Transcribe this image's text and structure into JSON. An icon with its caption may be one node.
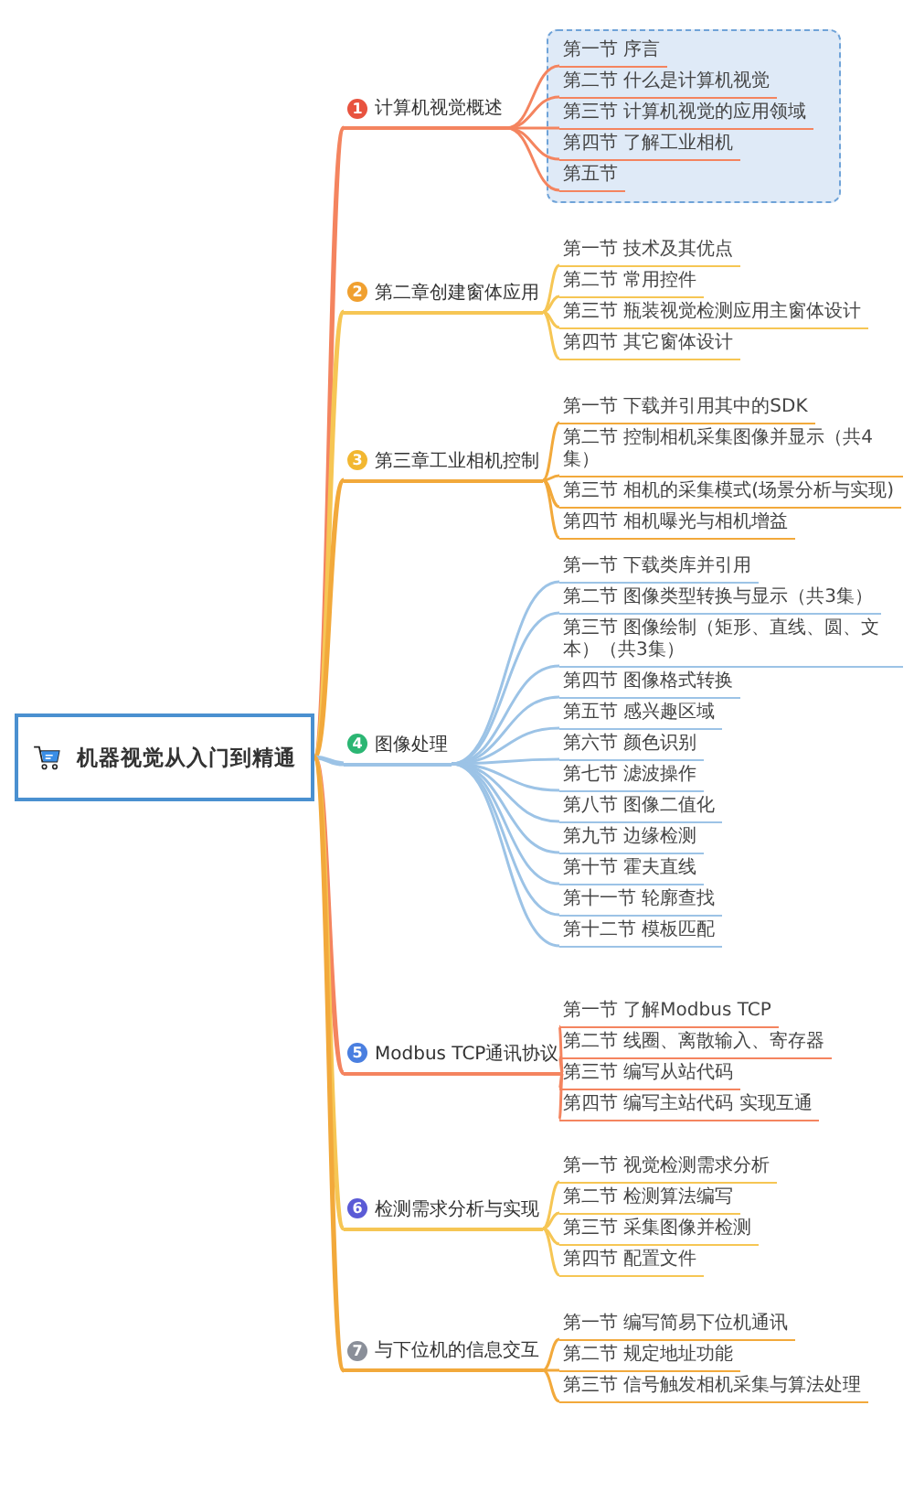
{
  "diagram": {
    "nodes": [
      {
        "text": [
          "机器视觉从入门到精通"
        ]
      },
      {
        "text": [
          "1",
          "计算机视觉概述"
        ]
      },
      {
        "text": [],
        "shape": "box"
      },
      {
        "text": [
          "第一节 序言"
        ],
        "in": 2
      },
      {
        "text": [
          "第二节 什么是计算机视觉"
        ],
        "in": 2
      },
      {
        "text": [
          "第三节 计算机视觉的应用领域"
        ],
        "in": 2
      },
      {
        "text": [
          "第四节 了解工业相机"
        ],
        "in": 2
      },
      {
        "text": [
          "第五节"
        ],
        "in": 2
      },
      {
        "text": [
          "2",
          "第二章创建窗体应用"
        ]
      },
      {
        "text": [
          "第一节 技术及其优点"
        ]
      },
      {
        "text": [
          "第二节 常用控件"
        ]
      },
      {
        "text": [
          "第三节 瓶装视觉检测应用主窗体设计"
        ]
      },
      {
        "text": [
          "第四节 其它窗体设计"
        ]
      },
      {
        "text": [
          "3",
          "第三章工业相机控制"
        ]
      },
      {
        "text": [
          "第一节 下载并引用其中的SDK"
        ]
      },
      {
        "text": [
          "第二节 控制相机采集图像并显示（共4集）"
        ]
      },
      {
        "text": [
          "第三节 相机的采集模式(场景分析与实现)"
        ]
      },
      {
        "text": [
          "第四节 相机曝光与相机增益"
        ]
      },
      {
        "text": [
          "4",
          "图像处理"
        ]
      },
      {
        "text": [
          "第一节 下载类库并引用"
        ]
      },
      {
        "text": [
          "第二节 图像类型转换与显示（共3集）"
        ]
      },
      {
        "text": [
          "第三节 图像绘制（矩形、直线、圆、文本）（共3集）"
        ]
      },
      {
        "text": [
          "第四节 图像格式转换"
        ]
      },
      {
        "text": [
          "第五节 感兴趣区域"
        ]
      },
      {
        "text": [
          "第六节 颜色识别"
        ]
      },
      {
        "text": [
          "第七节 滤波操作"
        ]
      },
      {
        "text": [
          "第八节 图像二值化"
        ]
      },
      {
        "text": [
          "第九节 边缘检测"
        ]
      },
      {
        "text": [
          "第十节 霍夫直线"
        ]
      },
      {
        "text": [
          "第十一节 轮廓查找"
        ]
      },
      {
        "text": [
          "第十二节 模板匹配"
        ]
      },
      {
        "text": [
          "5",
          "Modbus TCP通讯协议"
        ]
      },
      {
        "text": [
          "第一节 了解Modbus TCP"
        ]
      },
      {
        "text": [
          "第二节 线圈、离散输入、寄存器"
        ]
      },
      {
        "text": [
          "第三节 编写从站代码"
        ]
      },
      {
        "text": [
          "第四节 编写主站代码 实现互通"
        ]
      },
      {
        "text": [
          "6",
          "检测需求分析与实现"
        ]
      },
      {
        "text": [
          "第一节 视觉检测需求分析"
        ]
      },
      {
        "text": [
          "第二节 检测算法编写"
        ]
      },
      {
        "text": [
          "第三节 采集图像并检测"
        ]
      },
      {
        "text": [
          "第四节 配置文件"
        ]
      },
      {
        "text": [
          "7",
          "与下位机的信息交互"
        ]
      },
      {
        "text": [
          "第一节 编写简易下位机通讯"
        ]
      },
      {
        "text": [
          "第二节 规定地址功能"
        ]
      },
      {
        "text": [
          "第三节 信号触发相机采集与算法处理"
        ]
      }
    ],
    "edges": [
      {
        "from": 0,
        "to": 1,
        "arrow": "none",
        "color": "#f4845f"
      },
      {
        "from": 0,
        "to": 8,
        "arrow": "none",
        "color": "#f6c654"
      },
      {
        "from": 0,
        "to": 13,
        "arrow": "none",
        "color": "#f2a93b"
      },
      {
        "from": 0,
        "to": 18,
        "arrow": "none",
        "color": "#9cc3e6"
      },
      {
        "from": 0,
        "to": 31,
        "arrow": "none",
        "color": "#f4845f"
      },
      {
        "from": 0,
        "to": 36,
        "arrow": "none",
        "color": "#f6c654"
      },
      {
        "from": 0,
        "to": 41,
        "arrow": "none",
        "color": "#f2a93b"
      },
      {
        "from": 1,
        "to": 3,
        "arrow": "none",
        "color": "#f4845f"
      },
      {
        "from": 1,
        "to": 4,
        "arrow": "none",
        "color": "#f4845f"
      },
      {
        "from": 1,
        "to": 5,
        "arrow": "none",
        "color": "#f4845f"
      },
      {
        "from": 1,
        "to": 6,
        "arrow": "none",
        "color": "#f4845f"
      },
      {
        "from": 1,
        "to": 7,
        "arrow": "none",
        "color": "#f4845f"
      },
      {
        "from": 8,
        "to": 9,
        "arrow": "none",
        "color": "#f6c654"
      },
      {
        "from": 8,
        "to": 10,
        "arrow": "none",
        "color": "#f6c654"
      },
      {
        "from": 8,
        "to": 11,
        "arrow": "none",
        "color": "#f6c654"
      },
      {
        "from": 8,
        "to": 12,
        "arrow": "none",
        "color": "#f6c654"
      },
      {
        "from": 13,
        "to": 14,
        "arrow": "none",
        "color": "#f2a93b"
      },
      {
        "from": 13,
        "to": 15,
        "arrow": "none",
        "color": "#f2a93b"
      },
      {
        "from": 13,
        "to": 16,
        "arrow": "none",
        "color": "#f2a93b"
      },
      {
        "from": 13,
        "to": 17,
        "arrow": "none",
        "color": "#f2a93b"
      },
      {
        "from": 18,
        "to": 19,
        "arrow": "none",
        "color": "#9cc3e6"
      },
      {
        "from": 18,
        "to": 20,
        "arrow": "none",
        "color": "#9cc3e6"
      },
      {
        "from": 18,
        "to": 21,
        "arrow": "none",
        "color": "#9cc3e6"
      },
      {
        "from": 18,
        "to": 22,
        "arrow": "none",
        "color": "#9cc3e6"
      },
      {
        "from": 18,
        "to": 23,
        "arrow": "none",
        "color": "#9cc3e6"
      },
      {
        "from": 18,
        "to": 24,
        "arrow": "none",
        "color": "#9cc3e6"
      },
      {
        "from": 18,
        "to": 25,
        "arrow": "none",
        "color": "#9cc3e6"
      },
      {
        "from": 18,
        "to": 26,
        "arrow": "none",
        "color": "#9cc3e6"
      },
      {
        "from": 18,
        "to": 27,
        "arrow": "none",
        "color": "#9cc3e6"
      },
      {
        "from": 18,
        "to": 28,
        "arrow": "none",
        "color": "#9cc3e6"
      },
      {
        "from": 18,
        "to": 29,
        "arrow": "none",
        "color": "#9cc3e6"
      },
      {
        "from": 18,
        "to": 30,
        "arrow": "none",
        "color": "#9cc3e6"
      },
      {
        "from": 31,
        "to": 32,
        "arrow": "none",
        "color": "#f4845f"
      },
      {
        "from": 31,
        "to": 33,
        "arrow": "none",
        "color": "#f4845f"
      },
      {
        "from": 31,
        "to": 34,
        "arrow": "none",
        "color": "#f4845f"
      },
      {
        "from": 31,
        "to": 35,
        "arrow": "none",
        "color": "#f4845f"
      },
      {
        "from": 36,
        "to": 37,
        "arrow": "none",
        "color": "#f6c654"
      },
      {
        "from": 36,
        "to": 38,
        "arrow": "none",
        "color": "#f6c654"
      },
      {
        "from": 36,
        "to": 39,
        "arrow": "none",
        "color": "#f6c654"
      },
      {
        "from": 36,
        "to": 40,
        "arrow": "none",
        "color": "#f6c654"
      },
      {
        "from": 41,
        "to": 42,
        "arrow": "none",
        "color": "#f2a93b"
      },
      {
        "from": 41,
        "to": 43,
        "arrow": "none",
        "color": "#f2a93b"
      },
      {
        "from": 41,
        "to": 44,
        "arrow": "none",
        "color": "#f2a93b"
      }
    ]
  }
}
